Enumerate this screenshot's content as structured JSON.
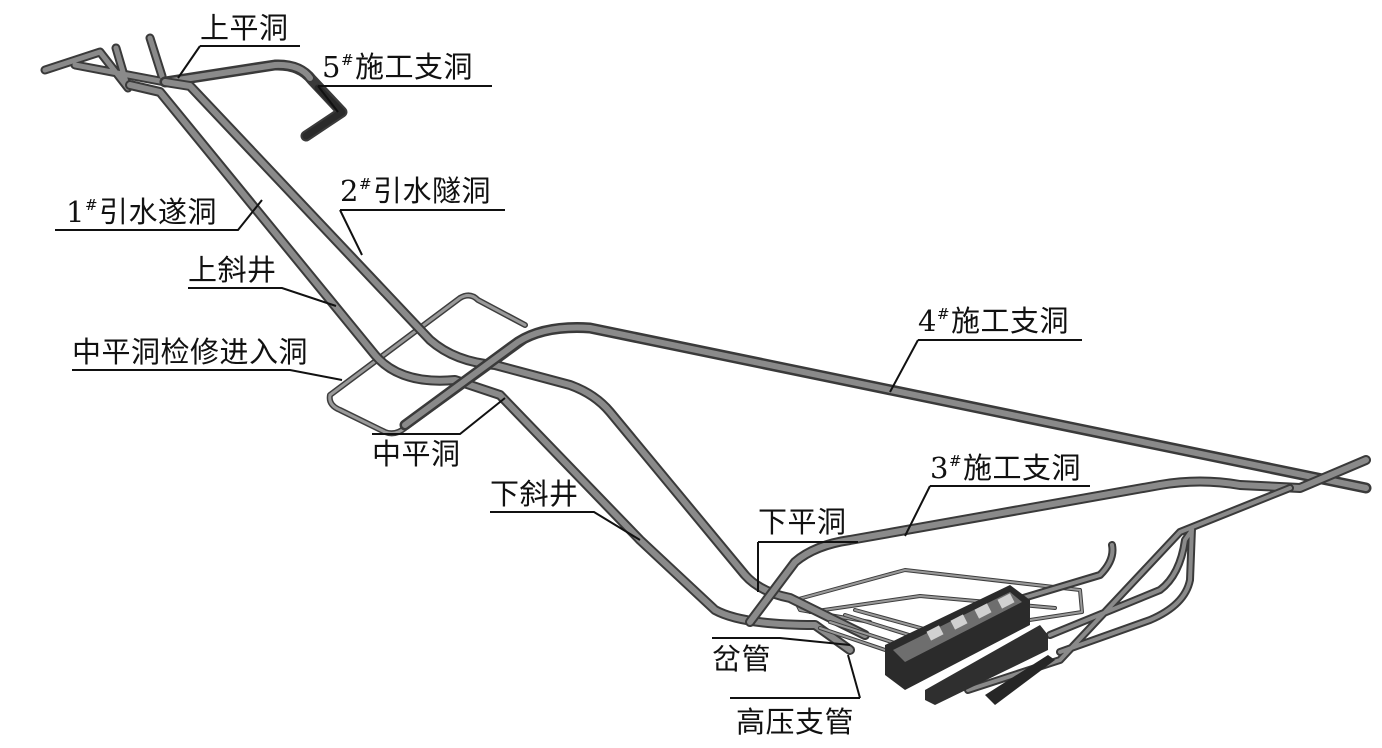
{
  "labels": {
    "upper_flat": "上平洞",
    "adit5": {
      "num": "5",
      "mark": "#",
      "text": "施工支洞"
    },
    "tunnel1": {
      "num": "1",
      "mark": "#",
      "text": "引水遂洞"
    },
    "tunnel2": {
      "num": "2",
      "mark": "#",
      "text": "引水隧洞"
    },
    "upper_incline": "上斜井",
    "adit4": {
      "num": "4",
      "mark": "#",
      "text": "施工支洞"
    },
    "middle_access": "中平洞检修进入洞",
    "middle_flat": "中平洞",
    "lower_incline": "下斜井",
    "adit3": {
      "num": "3",
      "mark": "#",
      "text": "施工支洞"
    },
    "lower_flat": "下平洞",
    "bifurcation": "岔管",
    "hp_branch": "高压支管"
  },
  "colors": {
    "tube_edge": "#3a3a3a",
    "tube_core": "#8a8a8a",
    "powerhouse": "#2b2b2b",
    "label_text": "#111111",
    "background": "#ffffff"
  }
}
